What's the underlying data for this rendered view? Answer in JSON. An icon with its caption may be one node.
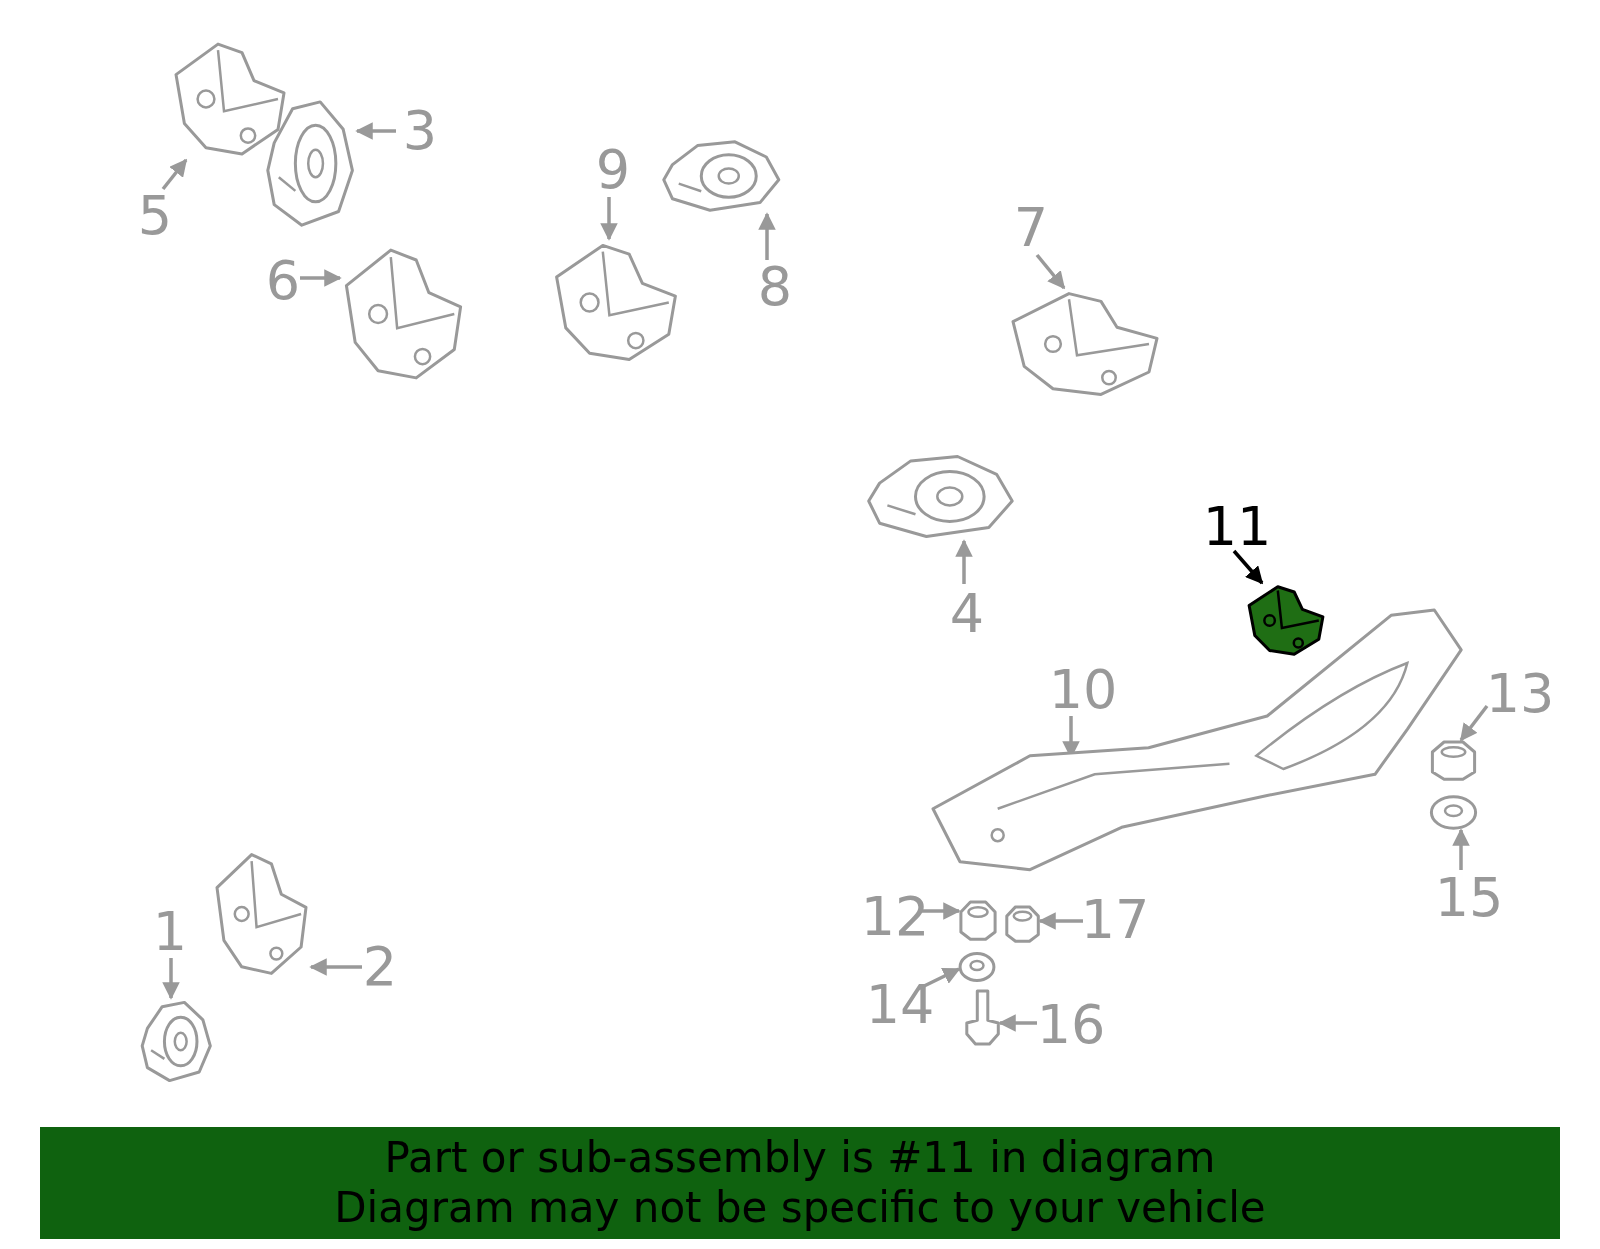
{
  "diagram": {
    "nodes": [
      {
        "text": [
          "1"
        ]
      },
      {
        "text": [],
        "shape": "picture"
      },
      {
        "text": [
          "2"
        ]
      },
      {
        "text": [],
        "shape": "picture"
      },
      {
        "text": [
          "3"
        ]
      },
      {
        "text": [],
        "shape": "picture"
      },
      {
        "text": [
          "4"
        ]
      },
      {
        "text": [],
        "shape": "picture"
      },
      {
        "text": [
          "5"
        ]
      },
      {
        "text": [],
        "shape": "picture"
      },
      {
        "text": [
          "6"
        ]
      },
      {
        "text": [],
        "shape": "picture"
      },
      {
        "text": [
          "7"
        ]
      },
      {
        "text": [],
        "shape": "picture"
      },
      {
        "text": [
          "8"
        ]
      },
      {
        "text": [],
        "shape": "picture"
      },
      {
        "text": [
          "9"
        ]
      },
      {
        "text": [],
        "shape": "picture"
      },
      {
        "text": [
          "10"
        ]
      },
      {
        "text": [],
        "shape": "picture"
      },
      {
        "text": [
          "11"
        ]
      },
      {
        "text": [],
        "shape": "picture"
      },
      {
        "text": [
          "12"
        ]
      },
      {
        "text": [],
        "shape": "picture"
      },
      {
        "text": [
          "13"
        ]
      },
      {
        "text": [],
        "shape": "picture"
      },
      {
        "text": [
          "14"
        ]
      },
      {
        "text": [],
        "shape": "picture"
      },
      {
        "text": [
          "15"
        ]
      },
      {
        "text": [],
        "shape": "picture"
      },
      {
        "text": [
          "16"
        ]
      },
      {
        "text": [],
        "shape": "picture"
      },
      {
        "text": [
          "17"
        ]
      },
      {
        "text": [],
        "shape": "picture"
      }
    ],
    "edges": [
      {
        "from": 0,
        "to": 1,
        "arrow": "to"
      },
      {
        "from": 2,
        "to": 3,
        "arrow": "to"
      },
      {
        "from": 4,
        "to": 5,
        "arrow": "to"
      },
      {
        "from": 6,
        "to": 7,
        "arrow": "to"
      },
      {
        "from": 8,
        "to": 9,
        "arrow": "to"
      },
      {
        "from": 10,
        "to": 11,
        "arrow": "to"
      },
      {
        "from": 12,
        "to": 13,
        "arrow": "to"
      },
      {
        "from": 14,
        "to": 15,
        "arrow": "to"
      },
      {
        "from": 16,
        "to": 17,
        "arrow": "to"
      },
      {
        "from": 18,
        "to": 19,
        "arrow": "to"
      },
      {
        "from": 20,
        "to": 21,
        "arrow": "to",
        "color": "#000000"
      },
      {
        "from": 22,
        "to": 23,
        "arrow": "to"
      },
      {
        "from": 24,
        "to": 25,
        "arrow": "to"
      },
      {
        "from": 26,
        "to": 27,
        "arrow": "to"
      },
      {
        "from": 28,
        "to": 29,
        "arrow": "to"
      },
      {
        "from": 30,
        "to": 31,
        "arrow": "to"
      },
      {
        "from": 32,
        "to": 33,
        "arrow": "to"
      }
    ],
    "labels": [
      "Part or sub-assembly is #11 in diagram",
      "Diagram may not be specific to your vehicle"
    ]
  }
}
